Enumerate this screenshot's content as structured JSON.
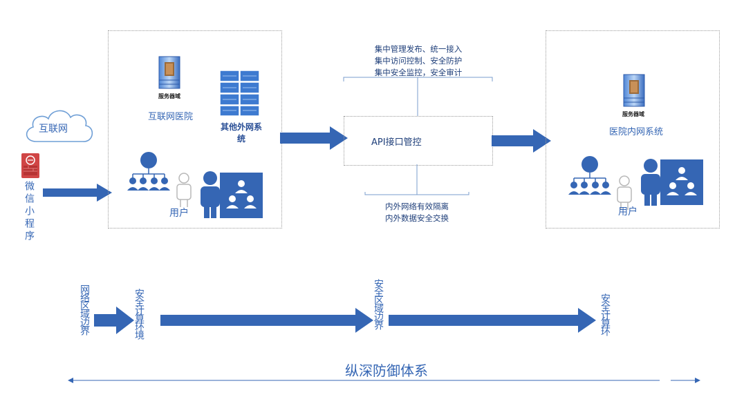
{
  "colors": {
    "primary": "#3566b4",
    "dark": "#2a4f96",
    "light": "#4f86d6",
    "accent_red": "#c63a3a",
    "border": "#9a9a9a"
  },
  "internet_cloud": {
    "label": "互联网"
  },
  "wechat": {
    "label": "微信小程序",
    "icon": "wechat-mini-program-icon"
  },
  "internet_hospital": {
    "title": "互联网医院",
    "server_caption": "服务器域",
    "other_systems": "其他外网系统",
    "users": "用户"
  },
  "api_gateway": {
    "title": "API接口管控",
    "top_notes": [
      "集中管理发布、统一接入",
      "集中访问控制、安全防护",
      "集中安全监控，安全审计"
    ],
    "bottom_notes": [
      "内外网络有效隔离",
      "内外数据安全交换"
    ]
  },
  "intranet": {
    "title": "医院内网系统",
    "server_caption": "服务器域",
    "users": "用户"
  },
  "defense": {
    "zones": [
      "网络区域边界",
      "安全计算环境",
      "安全区域边界",
      "安全计算环"
    ],
    "axis_label": "纵深防御体系"
  }
}
